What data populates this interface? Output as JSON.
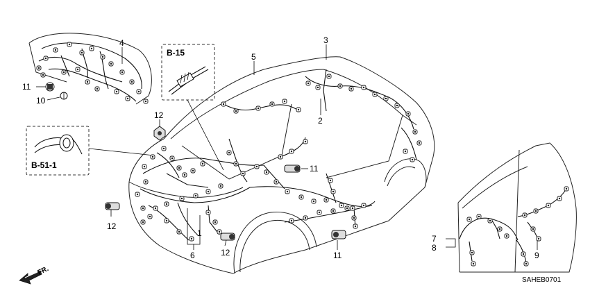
{
  "diagram": {
    "part_labels": {
      "p1": "1",
      "p2": "2",
      "p3": "3",
      "p4": "4",
      "p5": "5",
      "p6": "6",
      "p7": "7",
      "p8": "8",
      "p9": "9",
      "p10": "10",
      "p11a": "11",
      "p11b": "11",
      "p11c": "11",
      "p12a": "12",
      "p12b": "12",
      "p12c": "12"
    },
    "detail_boxes": {
      "b15": "B-15",
      "b511": "B-51-1"
    },
    "direction_label": "FR.",
    "drawing_code": "SAHEB0701"
  }
}
